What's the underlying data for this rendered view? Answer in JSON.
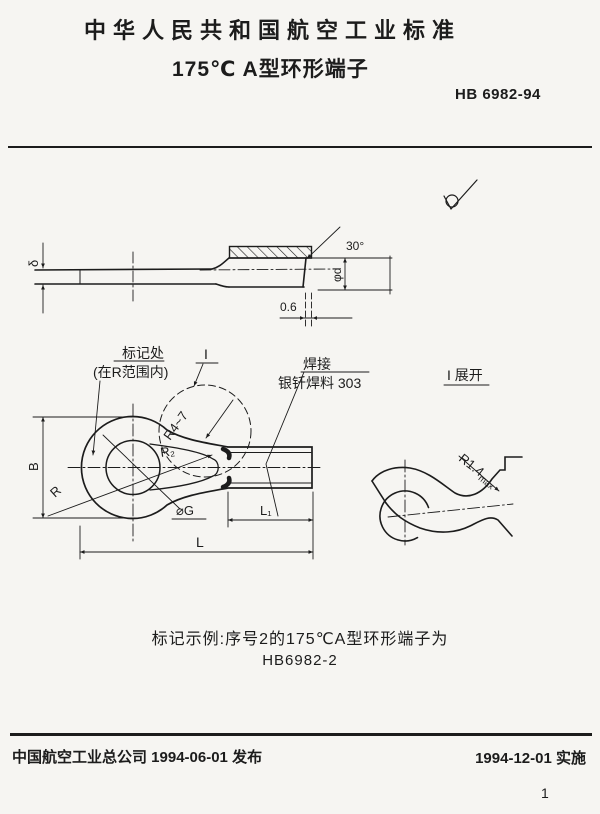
{
  "page": {
    "background": "#f6f5f2",
    "ink": "#1c1c1c",
    "page_number": "1"
  },
  "header": {
    "title": "中华人民共和国航空工业标准",
    "subtitle": "175℃ A型环形端子",
    "standard_no": "HB 6982-94"
  },
  "side_view": {
    "thickness_label": "δ",
    "chamfer_angle": "30°",
    "barrel_dia_label": "φd",
    "protrusion_dim": "0.6"
  },
  "plan_view": {
    "marking_note_line1": "标记处",
    "marking_note_line2": "(在R范围内)",
    "section_mark": "I",
    "weld_label": "焊接",
    "weld_filler": "银钎焊料 303",
    "transition_radius": "R4~7",
    "throat_radius": "R₂",
    "outer_radius": "R",
    "hole_dia": "⌀G",
    "width_label": "B",
    "barrel_length": "L₁",
    "overall_length": "L"
  },
  "unfold_view": {
    "title": "I 展开",
    "bend_radius": "R1.4",
    "bend_radius_suffix": "max"
  },
  "example": {
    "line1": "标记示例:序号2的175℃A型环形端子为",
    "line2": "HB6982-2"
  },
  "footer": {
    "issued": "中国航空工业总公司 1994-06-01 发布",
    "effective": "1994-12-01 实施"
  }
}
